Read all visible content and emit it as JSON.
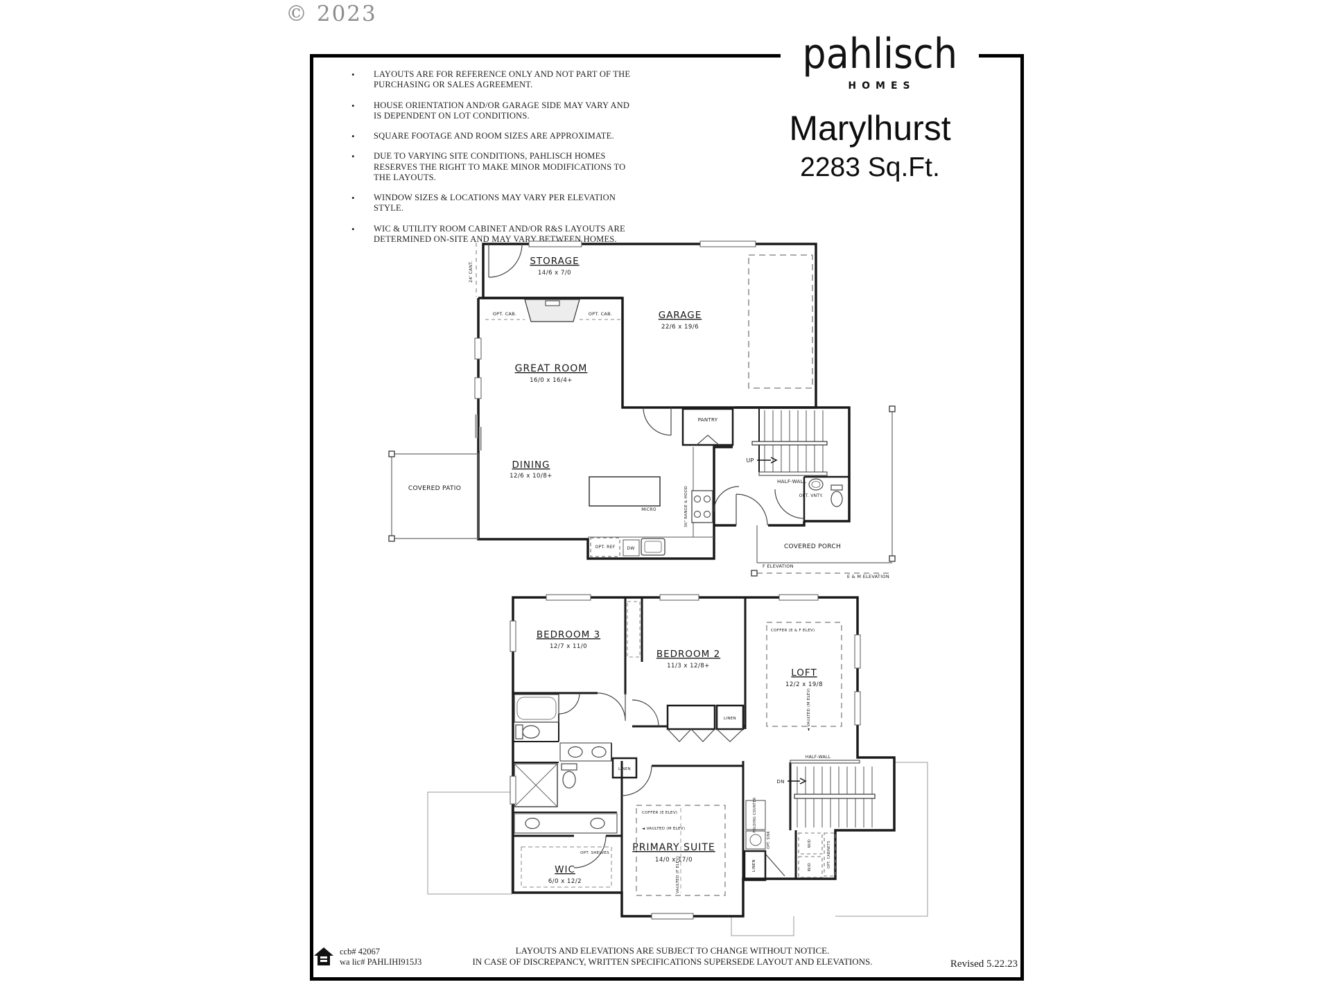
{
  "watermark": "© 2023",
  "header": {
    "brand": "pahlisch",
    "brand_sub": "HOMES",
    "plan_name": "Marylhurst",
    "sqft": "2283 Sq.Ft."
  },
  "disclaimers": [
    "LAYOUTS ARE FOR REFERENCE ONLY AND NOT PART OF THE PURCHASING OR SALES AGREEMENT.",
    "HOUSE ORIENTATION AND/OR GARAGE SIDE MAY VARY AND IS DEPENDENT ON LOT CONDITIONS.",
    "SQUARE FOOTAGE AND ROOM SIZES ARE APPROXIMATE.",
    "DUE TO VARYING SITE CONDITIONS, PAHLISCH HOMES RESERVES THE RIGHT TO MAKE MINOR MODIFICATIONS TO THE LAYOUTS.",
    "WINDOW SIZES & LOCATIONS MAY VARY PER ELEVATION STYLE.",
    "WIC & UTILITY ROOM CABINET AND/OR R&S LAYOUTS ARE DETERMINED ON-SITE AND MAY VARY BETWEEN HOMES."
  ],
  "main_floor": {
    "storage_name": "STORAGE",
    "storage_dims": "14/6 x 7/0",
    "garage_name": "GARAGE",
    "garage_dims": "22/6 x 19/6",
    "great_room_name": "GREAT ROOM",
    "great_room_dims": "16/0 x 16/4+",
    "dining_name": "DINING",
    "dining_dims": "12/6 x 10/8+",
    "covered_patio": "COVERED PATIO",
    "covered_porch": "COVERED PORCH",
    "pantry": "PANTRY",
    "opt_cab": "OPT. CAB.",
    "cant": "24' CANT.",
    "up": "UP",
    "half_wall": "HALF-WALL",
    "opt_vnty": "OPT. VNTY.",
    "opt_ref": "OPT. REF",
    "dw": "DW",
    "micro": "MICRO",
    "range_hood": "36\" RANGE & HOOD",
    "f_elevation": "F ELEVATION",
    "em_elevation": "E & M ELEVATION"
  },
  "upper_floor": {
    "bedroom3_name": "BEDROOM 3",
    "bedroom3_dims": "12/7 x 11/0",
    "bedroom2_name": "BEDROOM 2",
    "bedroom2_dims": "11/3 x 12/8+",
    "loft_name": "LOFT",
    "loft_dims": "12/2 x 19/8",
    "primary_name": "PRIMARY SUITE",
    "primary_dims": "14/0 x 17/0",
    "wic_name": "WIC",
    "wic_dims": "6/0 x 12/2",
    "coffer_ef": "COFFER (E & F ELEV)",
    "coffer_e": "COFFER (E ELEV)",
    "vaulted_m": "◄ VAULTED (M ELEV)",
    "vaulted_f": "VAULTED (F ELEV)",
    "linen": "LINEN",
    "half_wall": "HALF-WALL",
    "dn": "DN",
    "opt_shelves": "OPT. SHELVES",
    "folding_counter": "FOLDING COUNTER",
    "opt_sink": "OPT. SINK",
    "wd": "W/D",
    "opt_cabinets": "OPT. CABINETS"
  },
  "footer": {
    "ccb": "ccb# 42067",
    "wa_lic": "wa lic# PAHLIHI915J3",
    "line1": "LAYOUTS AND ELEVATIONS ARE SUBJECT TO CHANGE WITHOUT NOTICE.",
    "line2": "IN CASE OF DISCREPANCY, WRITTEN SPECIFICATIONS SUPERSEDE LAYOUT AND ELEVATIONS.",
    "revised": "Revised 5.22.23"
  },
  "colors": {
    "ink": "#1a1a1a",
    "line_gray": "#888888",
    "watermark_gray": "#8d8d8d"
  }
}
